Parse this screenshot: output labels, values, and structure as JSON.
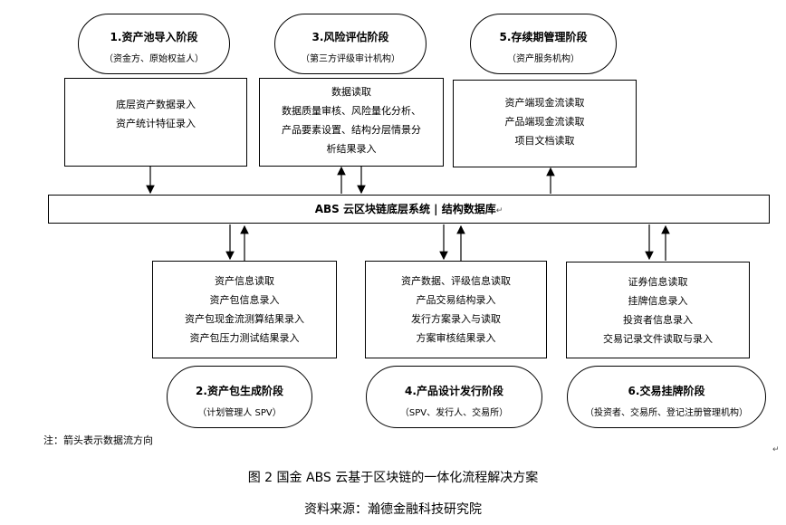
{
  "stages": {
    "s1": {
      "title": "1.资产池导入阶段",
      "subtitle": "（资金方、原始权益人）"
    },
    "s2": {
      "title": "2.资产包生成阶段",
      "subtitle": "（计划管理人 SPV）"
    },
    "s3": {
      "title": "3.风险评估阶段",
      "subtitle": "（第三方评级审计机构）"
    },
    "s4": {
      "title": "4.产品设计发行阶段",
      "subtitle": "（SPV、发行人、交易所）"
    },
    "s5": {
      "title": "5.存续期管理阶段",
      "subtitle": "（资产服务机构）"
    },
    "s6": {
      "title": "6.交易挂牌阶段",
      "subtitle": "（投资者、交易所、登记注册管理机构）"
    }
  },
  "boxes": {
    "b1": [
      "底层资产数据录入",
      "资产统计特征录入"
    ],
    "b3": [
      "数据读取",
      "数据质量审核、风险量化分析、",
      "产品要素设置、结构分层情景分",
      "析结果录入"
    ],
    "b5": [
      "资产端现金流读取",
      "产品端现金流读取",
      "项目文档读取"
    ],
    "b2": [
      "资产信息读取",
      "资产包信息录入",
      "资产包现金流测算结果录入",
      "资产包压力测试结果录入"
    ],
    "b4": [
      "资产数据、评级信息读取",
      "产品交易结构录入",
      "发行方案录入与读取",
      "方案审核结果录入"
    ],
    "b6": [
      "证券信息读取",
      "挂牌信息录入",
      "投资者信息录入",
      "交易记录文件读取与录入"
    ]
  },
  "system_bar": "ABS 云区块链底层系统 | 结构数据库",
  "paragraph_mark": "↵",
  "note": "注：箭头表示数据流方向",
  "caption": "图 2    国金 ABS 云基于区块链的一体化流程解决方案",
  "source": "资料来源：瀚德金融科技研究院"
}
